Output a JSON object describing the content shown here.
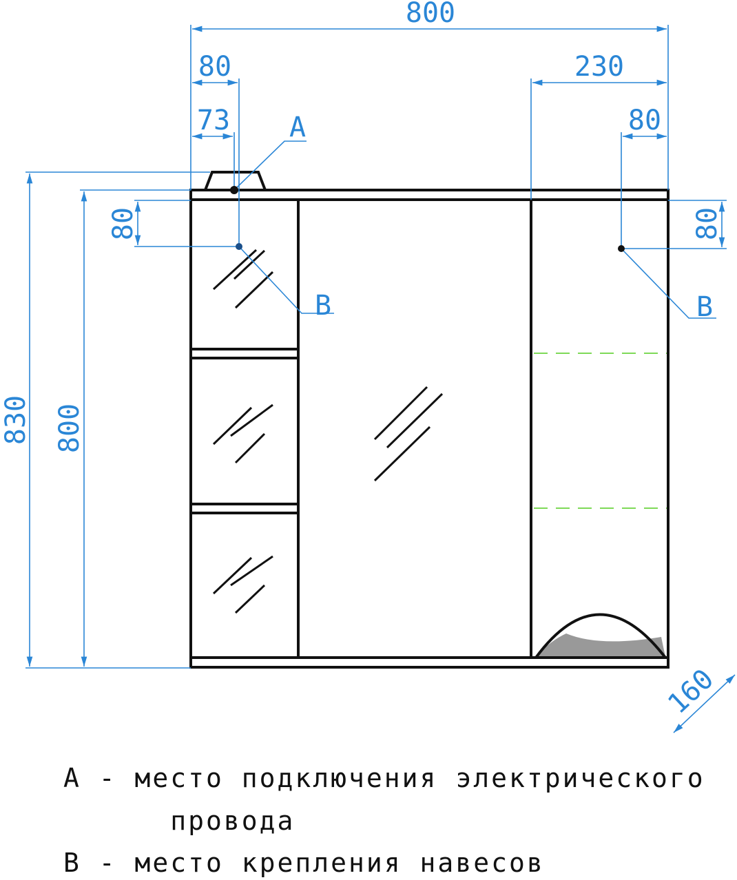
{
  "dimensions": {
    "total_width": "800",
    "left_offset_80": "80",
    "left_offset_73": "73",
    "right_section_230": "230",
    "right_offset_80": "80",
    "left_vertical_80": "80",
    "right_vertical_80": "80",
    "total_height_830": "830",
    "body_height_800": "800",
    "depth_160": "160"
  },
  "markers": {
    "a": "A",
    "b_left": "B",
    "b_right": "B"
  },
  "legend": {
    "line1": "А - место подключения электрического",
    "line2": "      провода",
    "line3": "В - место крепления навесов"
  },
  "colors": {
    "dimension": "#2a86d6",
    "outline": "#111111",
    "shelf_dashed": "#7ed957"
  }
}
